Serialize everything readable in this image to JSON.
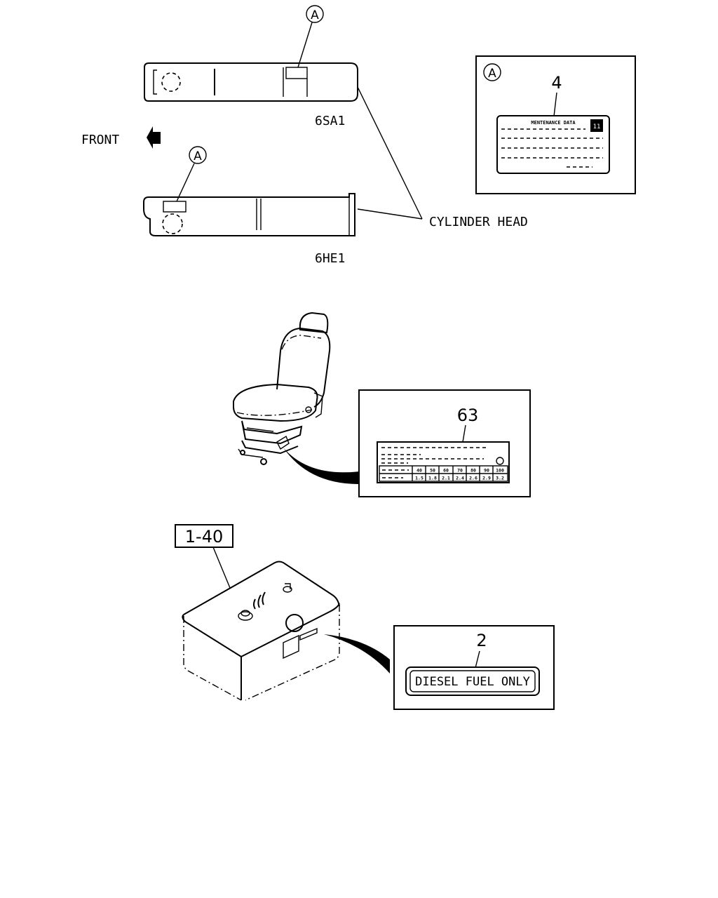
{
  "engine_section": {
    "front_label": "FRONT",
    "engine_top": {
      "model": "6SA1",
      "callout": "A"
    },
    "engine_bottom": {
      "model": "6HE1",
      "callout": "A"
    },
    "cylinder_head_label": "CYLINDER HEAD"
  },
  "detail_a": {
    "callout": "A",
    "part_number": "4",
    "plate_title": "MENTENANCE DATA",
    "plate_badge": "11"
  },
  "seat_section": {
    "part_number": "63",
    "table_header": [
      "40",
      "50",
      "60",
      "70",
      "80",
      "90",
      "100"
    ],
    "table_values": [
      "1.5",
      "1.8",
      "2.1",
      "2.4",
      "2.6",
      "2.9",
      "3.2"
    ]
  },
  "fuel_tank_section": {
    "ref_label": "1-40",
    "part_number": "2",
    "label_text": "DIESEL FUEL ONLY"
  }
}
